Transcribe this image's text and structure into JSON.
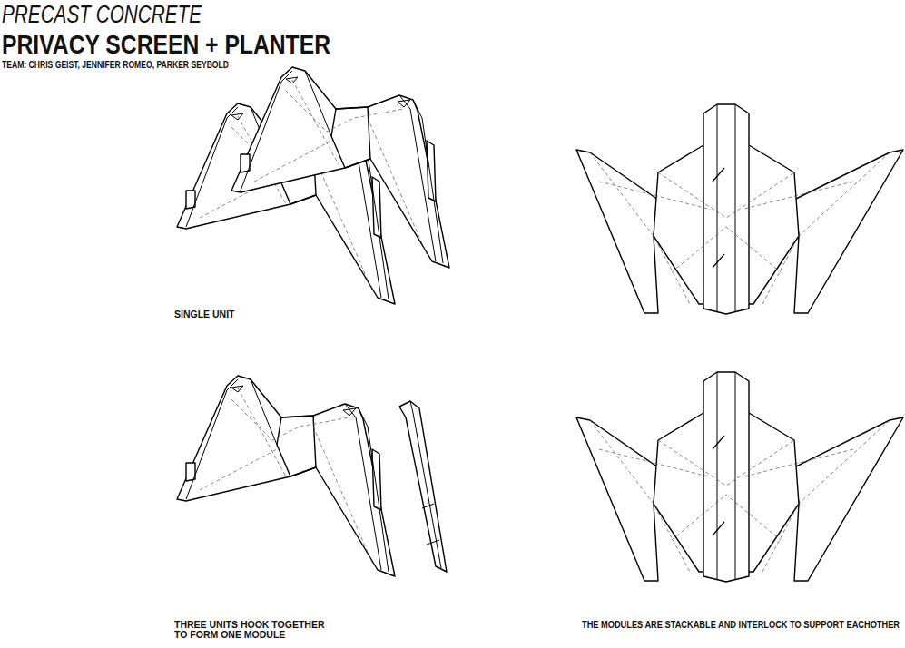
{
  "diagram": {
    "title": "PRIVACY SCREEN + PLANTER",
    "labels": [
      "PRECAST CONCRETE",
      "TEAM: CHRIS GEIST, JENNIFER ROMEO, PARKER SEYBOLD",
      "SINGLE UNIT",
      "THREE UNITS HOOK TOGETHER TO FORM ONE MODULE",
      "THE MODULES ARE STACKABLE AND INTERLOCK TO SUPPORT EACHOTHER"
    ]
  }
}
